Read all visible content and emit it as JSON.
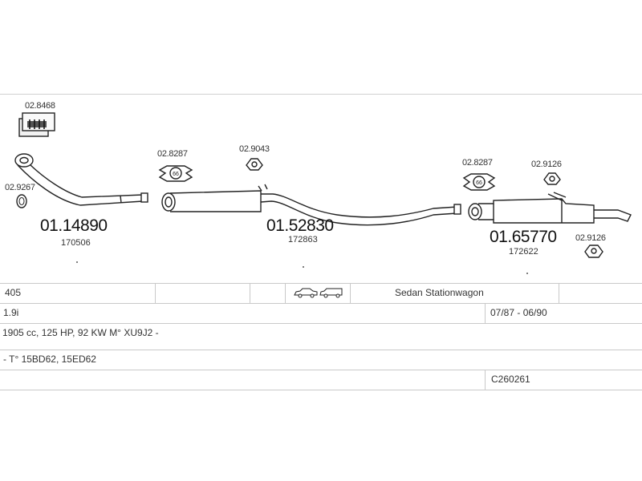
{
  "parts": [
    {
      "part_no": "02.8468",
      "role": "kit"
    },
    {
      "part_no": "02.9267",
      "role": "gasket"
    },
    {
      "part_no": "01.14890",
      "ref": "170506",
      "role": "front-pipe"
    },
    {
      "part_no": "02.8287",
      "role": "clamp"
    },
    {
      "part_no": "02.9043",
      "role": "rubber-mount"
    },
    {
      "part_no": "01.52830",
      "ref": "172863",
      "role": "middle-silencer"
    },
    {
      "part_no": "02.8287",
      "role": "clamp"
    },
    {
      "part_no": "02.9126",
      "role": "rubber-mount"
    },
    {
      "part_no": "01.65770",
      "ref": "172622",
      "role": "rear-silencer"
    },
    {
      "part_no": "02.9126",
      "role": "rubber-mount"
    }
  ],
  "clamp_badge": "66",
  "table": {
    "model": "405",
    "body_types": "Sedan  Stationwagon",
    "engine": "1.9i",
    "years": "07/87 - 06/90",
    "specs": "1905 cc, 125 HP, 92 KW M° XU9J2 -",
    "type_codes": "- T° 15BD62, 15ED62",
    "catalog_code": "C260261"
  },
  "icons": [
    "sedan-car-icon",
    "stationwagon-car-icon"
  ]
}
